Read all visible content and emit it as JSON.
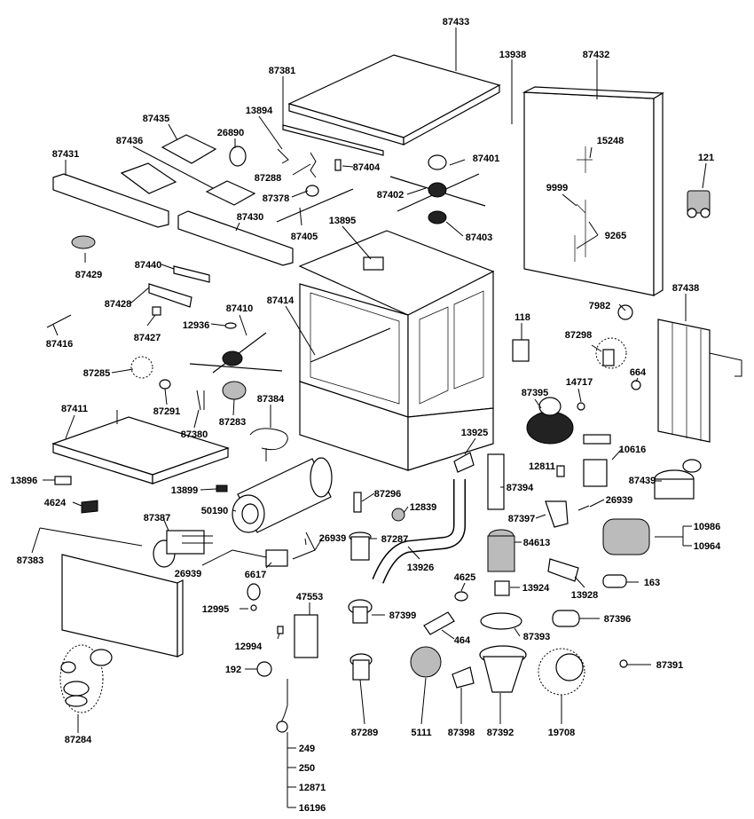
{
  "labels": {
    "l87433": "87433",
    "l13938": "13938",
    "l87432": "87432",
    "l87381": "87381",
    "l87435": "87435",
    "l13894": "13894",
    "l26890": "26890",
    "l87436": "87436",
    "l87431": "87431",
    "l87288": "87288",
    "l87404": "87404",
    "l87401": "87401",
    "l15248": "15248",
    "l121": "121",
    "l87378": "87378",
    "l87402": "87402",
    "l9999": "9999",
    "l87430": "87430",
    "l13895": "13895",
    "l87405": "87405",
    "l87403": "87403",
    "l9265": "9265",
    "l87429": "87429",
    "l87440": "87440",
    "l87438": "87438",
    "l87428": "87428",
    "l87414": "87414",
    "l87410": "87410",
    "l118": "118",
    "l7982": "7982",
    "l12936": "12936",
    "l87427": "87427",
    "l87416": "87416",
    "l87298": "87298",
    "l87285": "87285",
    "l14717": "14717",
    "l664": "664",
    "l87291": "87291",
    "l87384": "87384",
    "l87395": "87395",
    "l87411": "87411",
    "l87283": "87283",
    "l87380": "87380",
    "l13925": "13925",
    "l10616": "10616",
    "l12811": "12811",
    "l13896": "13896",
    "l87439": "87439",
    "l13899": "13899",
    "l87394": "87394",
    "l87296": "87296",
    "l50190": "50190",
    "l4624": "4624",
    "l12839": "12839",
    "l87397": "87397",
    "l26939a": "26939",
    "l87387": "87387",
    "l10986": "10986",
    "l87383": "87383",
    "l26939b": "26939",
    "l87287": "87287",
    "l84613": "84613",
    "l10964": "10964",
    "l26939c": "26939",
    "l6617": "6617",
    "l13926": "13926",
    "l4625": "4625",
    "l13924": "13924",
    "l13928": "13928",
    "l163": "163",
    "l47553": "47553",
    "l12995": "12995",
    "l87399": "87399",
    "l87396": "87396",
    "l464": "464",
    "l87393": "87393",
    "l12994": "12994",
    "l192": "192",
    "l87391": "87391",
    "l87284": "87284",
    "l87289": "87289",
    "l5111": "5111",
    "l87398": "87398",
    "l87392": "87392",
    "l19708": "19708",
    "l249": "249",
    "l250": "250",
    "l12871": "12871",
    "l16196": "16196"
  }
}
